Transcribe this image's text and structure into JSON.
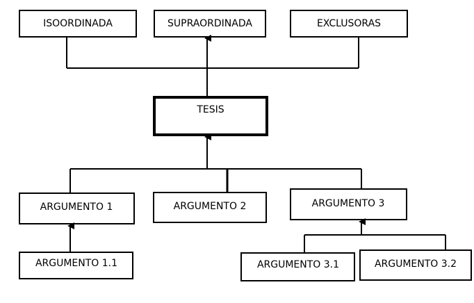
{
  "nodes": {
    "isoordinada": "ISOORDINADA",
    "supraordinada": "SUPRAORDINADA",
    "exclusoras": "EXCLUSORAS",
    "tesis": "TESIS",
    "argumento_1": "ARGUMENTO 1",
    "argumento_2": "ARGUMENTO 2",
    "argumento_3": "ARGUMENTO 3",
    "argumento_1_1": "ARGUMENTO 1.1",
    "argumento_3_1": "ARGUMENTO 3.1",
    "argumento_3_2": "ARGUMENTO 3.2"
  },
  "colors": {
    "stroke": "#000000",
    "background": "#ffffff"
  }
}
